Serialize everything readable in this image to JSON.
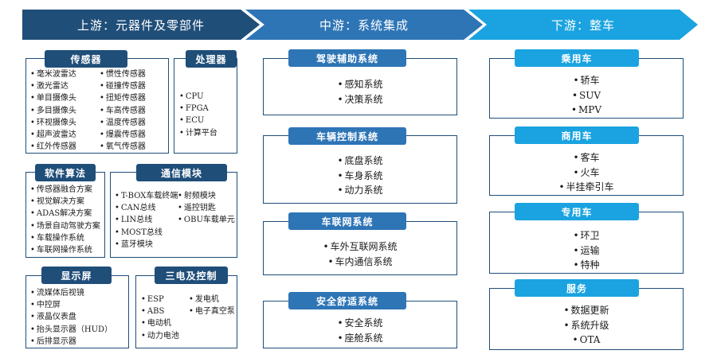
{
  "stages": {
    "upstream": "上游：元器件及零部件",
    "midstream": "中游：系统集成",
    "downstream": "下游：整车"
  },
  "upstream": {
    "sensors": {
      "title": "传感器",
      "col1": [
        "毫米波雷达",
        "激光雷达",
        "单目摄像头",
        "多目摄像头",
        "环视摄像头",
        "超声波雷达",
        "红外传感器"
      ],
      "col2": [
        "惯性传感器",
        "碰撞传感器",
        "扭矩传感器",
        "车高传感器",
        "温度传感器",
        "爆震传感器",
        "氧气传感器"
      ]
    },
    "processor": {
      "title": "处理器",
      "items": [
        "CPU",
        "FPGA",
        "ECU",
        "计算平台"
      ]
    },
    "software": {
      "title": "软件算法",
      "items": [
        "传感器融合方案",
        "视觉解决方案",
        "ADAS解决方案",
        "场景自动驾驶方案",
        "车载操作系统",
        "车联网操作系统"
      ]
    },
    "comm": {
      "title": "通信模块",
      "col1": [
        "T-BOX车载终端",
        "CAN总线",
        "LIN总线",
        "MOST总线",
        "蓝牙模块"
      ],
      "col2": [
        "射频模块",
        "遥控钥匙",
        "OBU车载单元"
      ]
    },
    "display": {
      "title": "显示屏",
      "items": [
        "流媒体后视镜",
        "中控屏",
        "液晶仪表盘",
        "抬头显示器（HUD）",
        "后排显示器"
      ]
    },
    "electric": {
      "title": "三电及控制",
      "col1": [
        "ESP",
        "ABS",
        "电动机",
        "动力电池"
      ],
      "col2": [
        "发电机",
        "电子真空泵"
      ]
    }
  },
  "midstream": [
    {
      "title": "驾驶辅助系统",
      "items": [
        "感知系统",
        "决策系统"
      ]
    },
    {
      "title": "车辆控制系统",
      "items": [
        "底盘系统",
        "车身系统",
        "动力系统"
      ]
    },
    {
      "title": "车联网系统",
      "items": [
        "车外互联网系统",
        "车内通信系统"
      ]
    },
    {
      "title": "安全舒适系统",
      "items": [
        "安全系统",
        "座舱系统"
      ]
    }
  ],
  "downstream": [
    {
      "title": "乘用车",
      "items": [
        "轿车",
        "SUV",
        "MPV"
      ]
    },
    {
      "title": "商用车",
      "items": [
        "客车",
        "火车",
        "半挂牵引车"
      ]
    },
    {
      "title": "专用车",
      "items": [
        "环卫",
        "运输",
        "特种"
      ]
    },
    {
      "title": "服务",
      "items": [
        "数据更新",
        "系统升级",
        "OTA"
      ]
    }
  ]
}
